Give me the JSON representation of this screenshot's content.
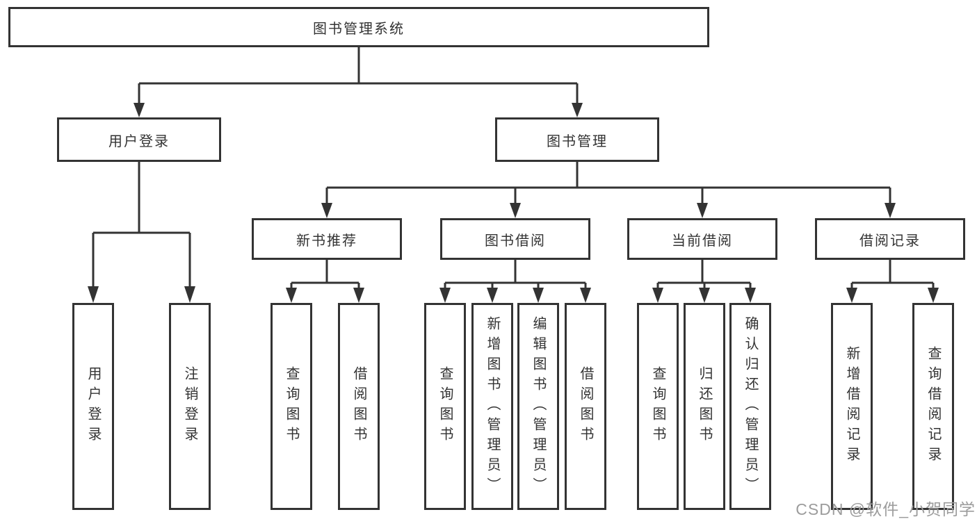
{
  "root": {
    "label": "图书管理系统"
  },
  "branches": [
    {
      "label": "用户登录",
      "children": [
        {
          "label": "用户登录"
        },
        {
          "label": "注销登录"
        }
      ]
    },
    {
      "label": "图书管理",
      "children": [
        {
          "label": "新书推荐",
          "children": [
            {
              "label": "查询图书"
            },
            {
              "label": "借阅图书"
            }
          ]
        },
        {
          "label": "图书借阅",
          "children": [
            {
              "label": "查询图书"
            },
            {
              "label": "新增图书（管理员）"
            },
            {
              "label": "编辑图书（管理员）"
            },
            {
              "label": "借阅图书"
            }
          ]
        },
        {
          "label": "当前借阅",
          "children": [
            {
              "label": "查询图书"
            },
            {
              "label": "归还图书"
            },
            {
              "label": "确认归还（管理员）"
            }
          ]
        },
        {
          "label": "借阅记录",
          "children": [
            {
              "label": "新增借阅记录"
            },
            {
              "label": "查询借阅记录"
            }
          ]
        }
      ]
    }
  ],
  "watermark": {
    "text": "CSDN @软件_小贺同学"
  },
  "colors": {
    "line": "#333333",
    "border": "#333333",
    "text": "#333333",
    "watermark": "#9c9c9c",
    "background": "#ffffff"
  }
}
